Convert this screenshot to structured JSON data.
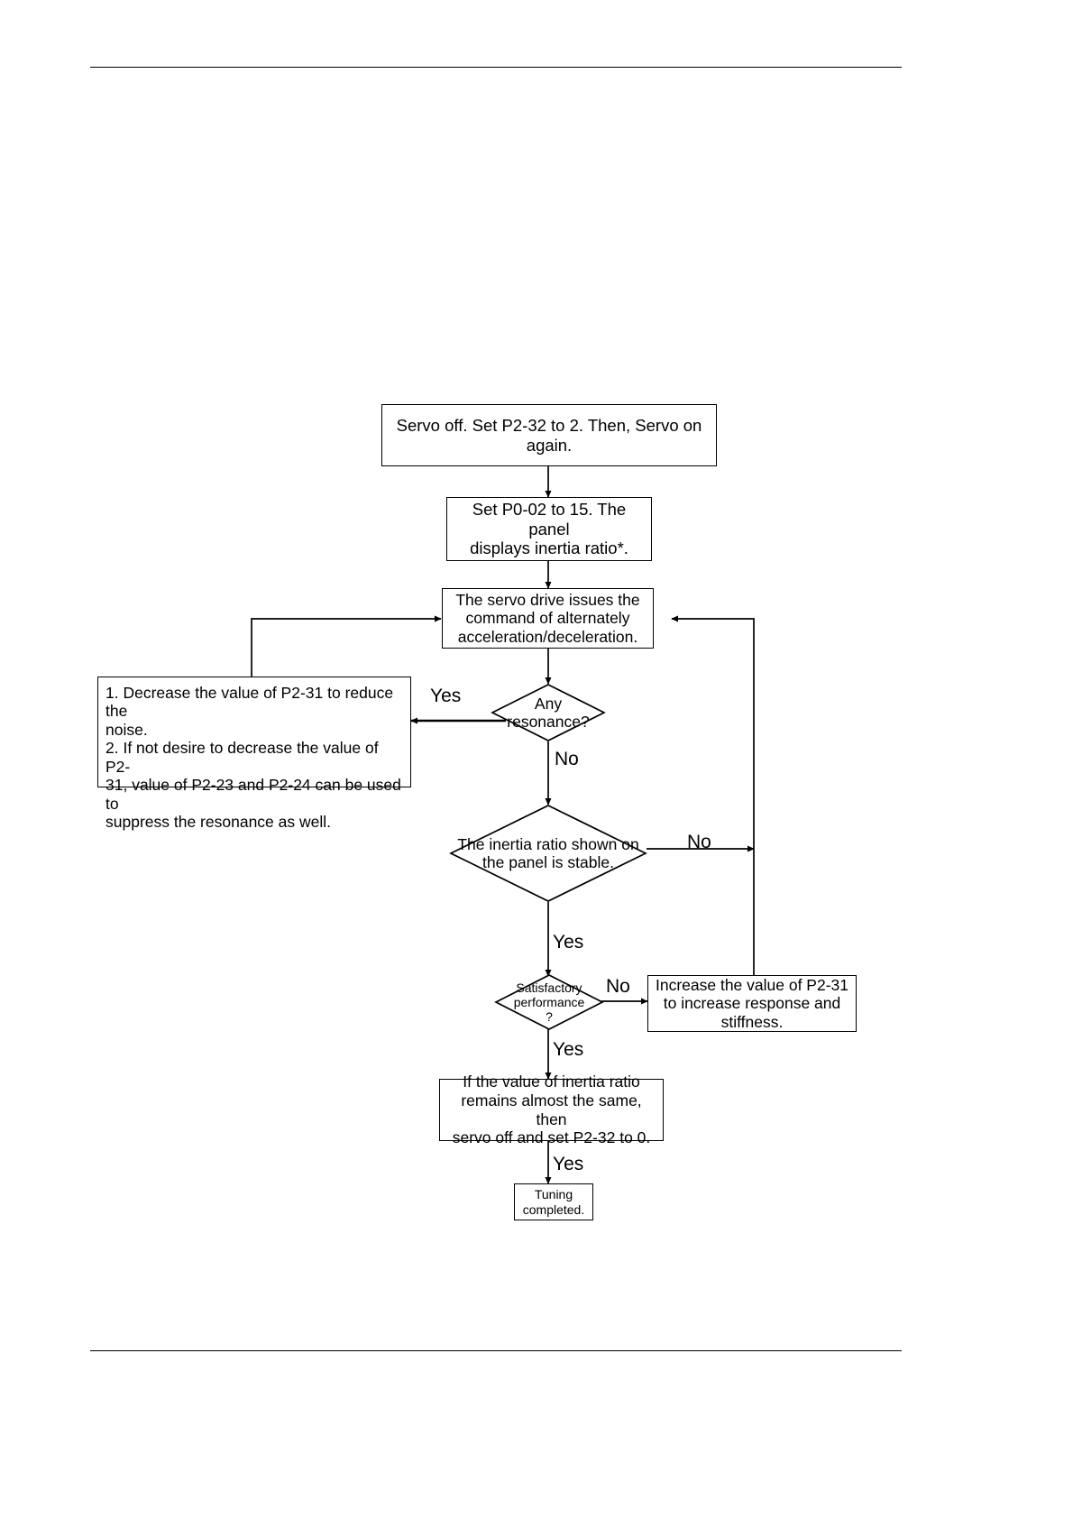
{
  "document": {
    "page_background": "#ffffff",
    "line_color": "#000000"
  },
  "flowchart": {
    "title": "Servo auto tuning (inertia estimation) flowchart",
    "nodes": {
      "servo_off": {
        "type": "process",
        "text": "Servo off. Set P2-32 to 2. Then, Servo on again."
      },
      "set_p002": {
        "type": "process",
        "line1": "Set P0-02 to 15. The panel",
        "line2": "displays inertia ratio*."
      },
      "issue_command": {
        "type": "process",
        "line1": "The servo drive issues the",
        "line2": "command of alternately",
        "line3": "acceleration/deceleration."
      },
      "resonance_note": {
        "type": "note",
        "line1": "1. Decrease the value of P2-31 to reduce the",
        "line2": "noise.",
        "line3": "2. If not desire to decrease the value of P2-",
        "line4": "31, value of P2-23 and P2-24 can be used to",
        "line5": "suppress the resonance as well."
      },
      "any_resonance": {
        "type": "decision",
        "line1": "Any",
        "line2": "resonance?"
      },
      "inertia_stable": {
        "type": "decision",
        "line1": "The inertia ratio shown on",
        "line2": "the panel is stable."
      },
      "satisfactory": {
        "type": "decision",
        "line1": "Satisfactory",
        "line2": "performance",
        "line3": "?"
      },
      "increase_p231": {
        "type": "process",
        "line1": "Increase the value of P2-31",
        "line2": "to increase response and",
        "line3": "stiffness."
      },
      "final_check": {
        "type": "process",
        "line1": "If the value of inertia ratio",
        "line2": "remains almost the same, then",
        "line3": "servo off and set P2-32 to 0."
      },
      "tuning_completed": {
        "type": "terminator",
        "line1": "Tuning",
        "line2": "completed."
      }
    },
    "edge_labels": {
      "resonance_yes": "Yes",
      "resonance_no": "No",
      "inertia_no": "No",
      "inertia_yes": "Yes",
      "satisfactory_no": "No",
      "satisfactory_yes": "Yes",
      "final_yes": "Yes"
    }
  }
}
